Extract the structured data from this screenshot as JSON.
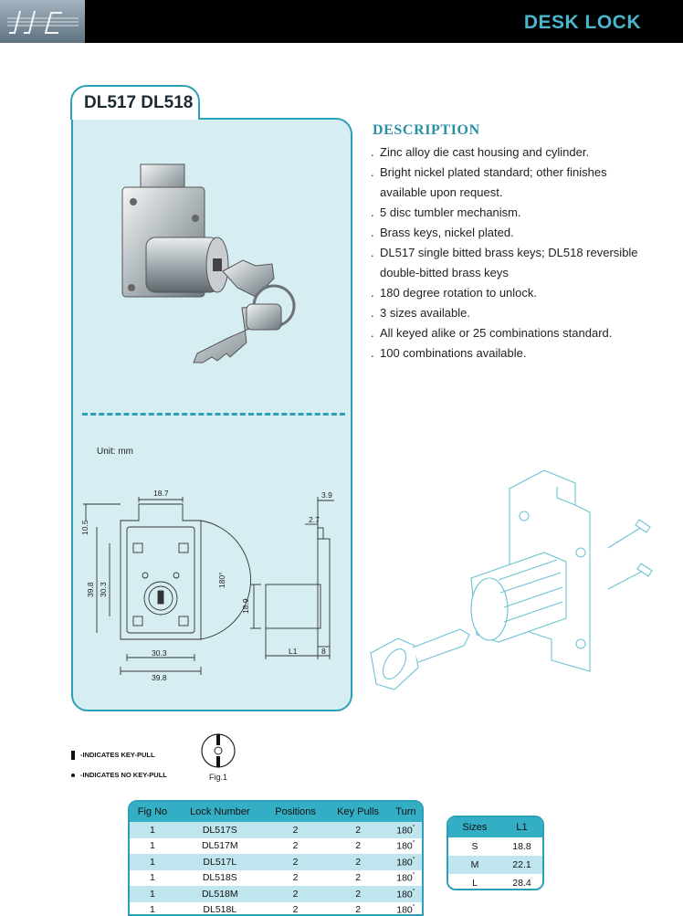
{
  "header": {
    "logo_text": "JJC",
    "title": "DESK LOCK"
  },
  "model_tab": "DL517 DL518",
  "description": {
    "title": "DESCRIPTION",
    "items": [
      "Zinc alloy die cast housing and cylinder.",
      "Bright nickel plated standard; other finishes available upon request.",
      "5 disc tumbler mechanism.",
      "Brass keys, nickel plated.",
      "DL517 single bitted brass keys; DL518 reversible double-bitted brass keys",
      "180 degree rotation to unlock.",
      "3 sizes available.",
      "All keyed alike or 25 combinations standard.",
      "100 combinations available."
    ]
  },
  "drawing": {
    "unit": "Unit: mm",
    "dims": {
      "d1": "18.7",
      "d2": "10.5",
      "d3": "39.8",
      "d4": "30.3",
      "d5": "30.3",
      "d6": "39.8",
      "d7": "180°",
      "d8": "3.9",
      "d9": "2.7",
      "d10": "18.9",
      "d11": "L1",
      "d12": "8"
    }
  },
  "legend": {
    "key_pull": "-INDICATES KEY-PULL",
    "no_key_pull": "-INDICATES NO KEY-PULL",
    "fig": "Fig.1"
  },
  "lock_table": {
    "headers": [
      "Fig No",
      "Lock Number",
      "Positions",
      "Key Pulls",
      "Turn"
    ],
    "rows": [
      [
        "1",
        "DL517S",
        "2",
        "2",
        "180"
      ],
      [
        "1",
        "DL517M",
        "2",
        "2",
        "180"
      ],
      [
        "1",
        "DL517L",
        "2",
        "2",
        "180"
      ],
      [
        "1",
        "DL518S",
        "2",
        "2",
        "180"
      ],
      [
        "1",
        "DL518M",
        "2",
        "2",
        "180"
      ],
      [
        "1",
        "DL518L",
        "2",
        "2",
        "180"
      ]
    ],
    "degree": "°"
  },
  "size_table": {
    "headers": [
      "Sizes",
      "L1"
    ],
    "rows": [
      [
        "S",
        "18.8"
      ],
      [
        "M",
        "22.1"
      ],
      [
        "L",
        "28.4"
      ]
    ]
  },
  "colors": {
    "accent": "#2aa1b6",
    "panel": "#d6edf2",
    "table_head": "#34aec4",
    "row_alt": "#bfe6ee"
  }
}
